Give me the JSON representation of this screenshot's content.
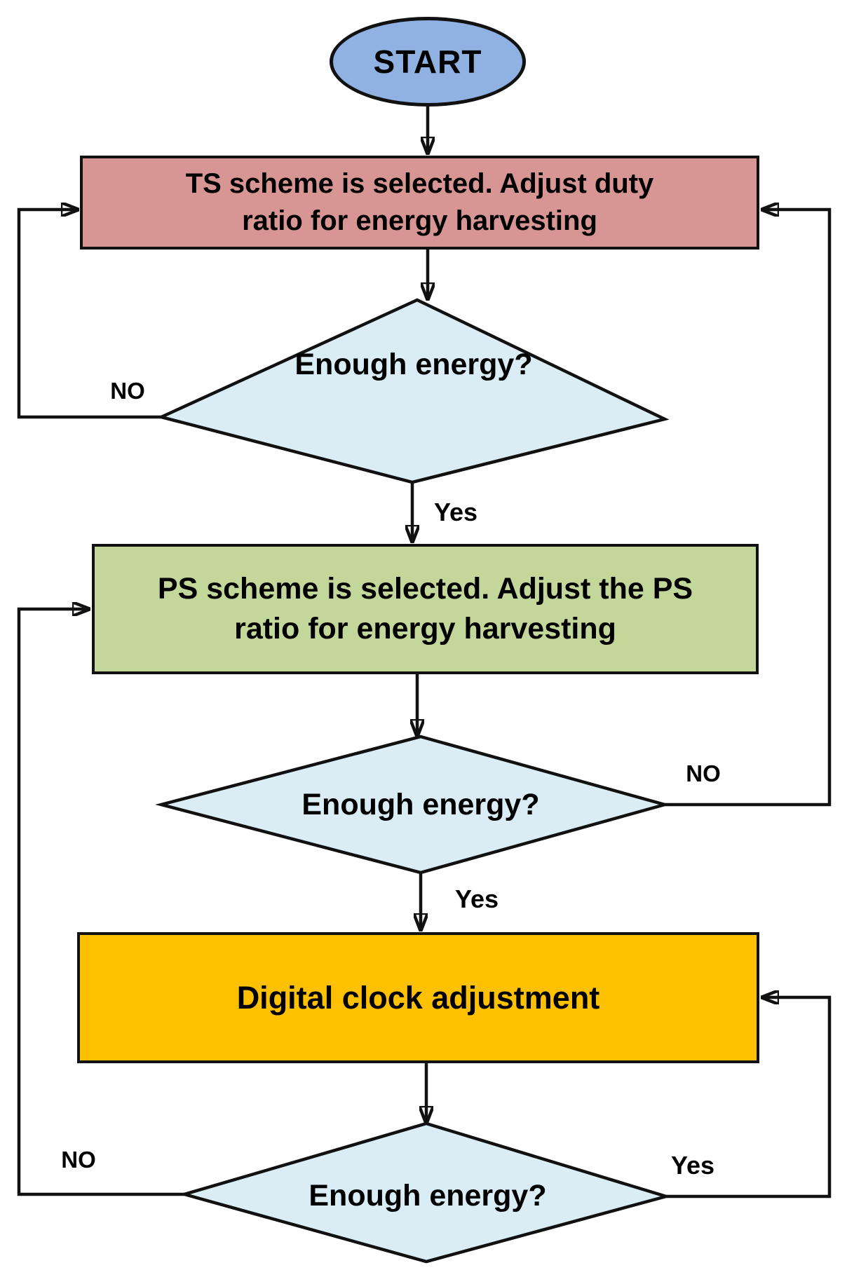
{
  "colors": {
    "start_fill": "#8fb2e3",
    "ts_fill": "#d79593",
    "ps_fill": "#c4d79b",
    "clock_fill": "#fdc101",
    "diamond_fill": "#daecf4",
    "line": "#111111"
  },
  "nodes": {
    "start": {
      "label": "START"
    },
    "ts_box": {
      "lines": [
        "TS scheme is selected. Adjust duty",
        "ratio for energy harvesting"
      ]
    },
    "decision1": {
      "label": "Enough energy?"
    },
    "ps_box": {
      "lines": [
        "PS scheme is selected. Adjust the PS",
        "ratio for energy harvesting"
      ]
    },
    "decision2": {
      "label": "Enough energy?"
    },
    "clock_box": {
      "label": "Digital clock adjustment"
    },
    "decision3": {
      "label": "Enough energy?"
    }
  },
  "edges": {
    "decision1_no": "NO",
    "decision1_yes": "Yes",
    "decision2_no": "NO",
    "decision2_yes": "Yes",
    "decision3_no": "NO",
    "decision3_yes": "Yes"
  }
}
